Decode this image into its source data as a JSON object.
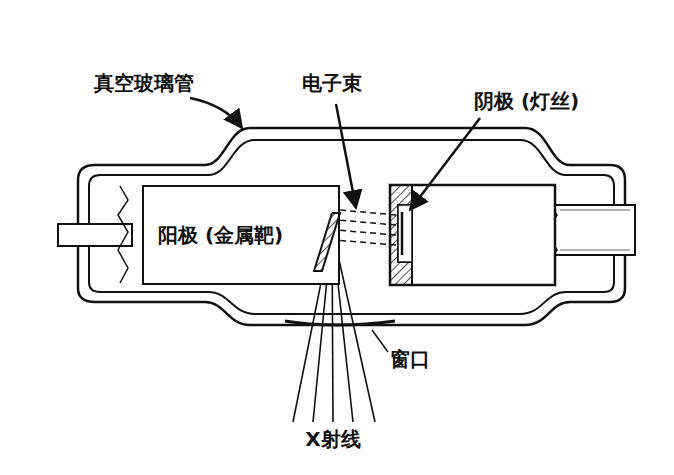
{
  "diagram": {
    "nodes": [
      {
        "text": [
          "阳极 (金属靶)"
        ]
      }
    ],
    "labels": [
      "真空玻璃管",
      "电子束",
      "阴极 (灯丝)",
      "窗口",
      "X射线"
    ]
  }
}
